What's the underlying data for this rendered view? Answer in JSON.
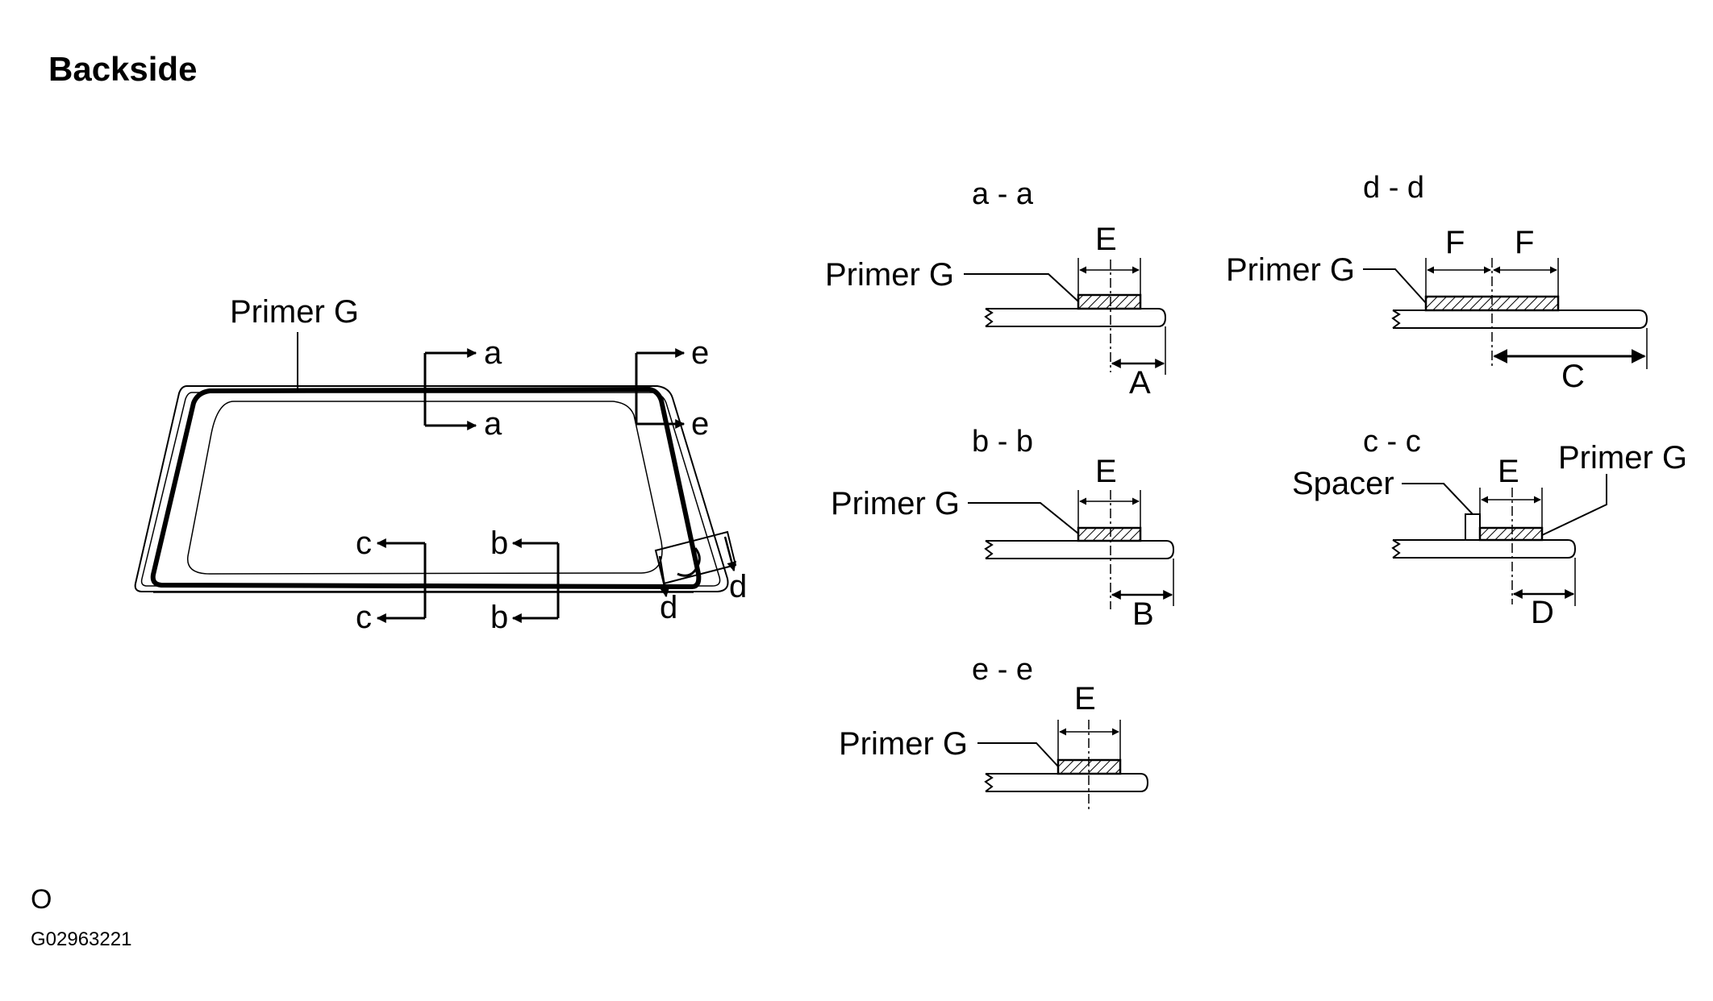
{
  "title": "Backside",
  "figure_code": "O",
  "figure_id": "G02963221",
  "window": {
    "primer_label": "Primer G",
    "markers": {
      "a": "a",
      "b": "b",
      "c": "c",
      "d": "d",
      "e": "e"
    }
  },
  "sections": {
    "aa": {
      "title": "a  -  a",
      "primer": "Primer G",
      "width": "E",
      "offset": "A"
    },
    "bb": {
      "title": "b  -  b",
      "primer": "Primer G",
      "width": "E",
      "offset": "B"
    },
    "ee": {
      "title": "e  -  e",
      "primer": "Primer G",
      "width": "E"
    },
    "dd": {
      "title": "d  -  d",
      "primer": "Primer G",
      "width_left": "F",
      "width_right": "F",
      "offset": "C"
    },
    "cc": {
      "title": "c  -  c",
      "primer": "Primer G",
      "spacer": "Spacer",
      "width": "E",
      "offset": "D"
    }
  }
}
